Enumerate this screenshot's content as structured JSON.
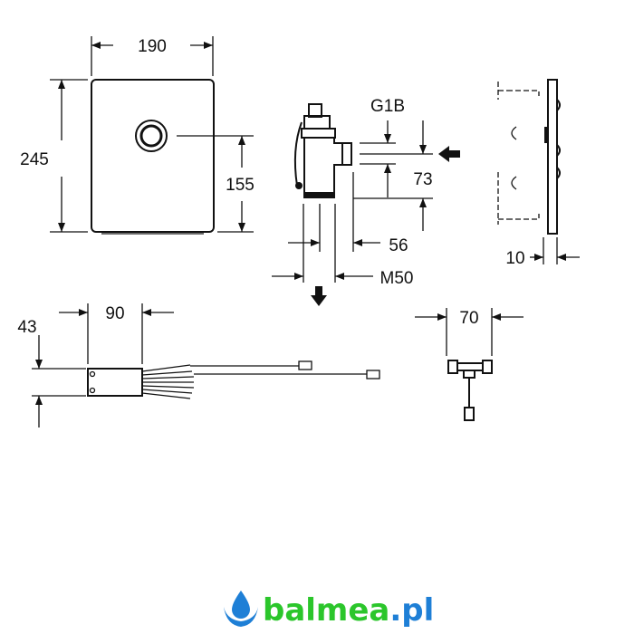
{
  "dimensions": {
    "front_width": "190",
    "front_height": "245",
    "sensor_height": "155",
    "inlet_thread": "G1B",
    "inlet_height": "73",
    "outlet_offset": "56",
    "outlet_thread": "M50",
    "plate_depth": "10",
    "module_width": "90",
    "module_height": "43",
    "valve_width": "70"
  },
  "logo": {
    "brand": "balmea",
    "suffix": ".pl",
    "brand_color": "#2bc62b",
    "suffix_color": "#1e7fd6"
  }
}
